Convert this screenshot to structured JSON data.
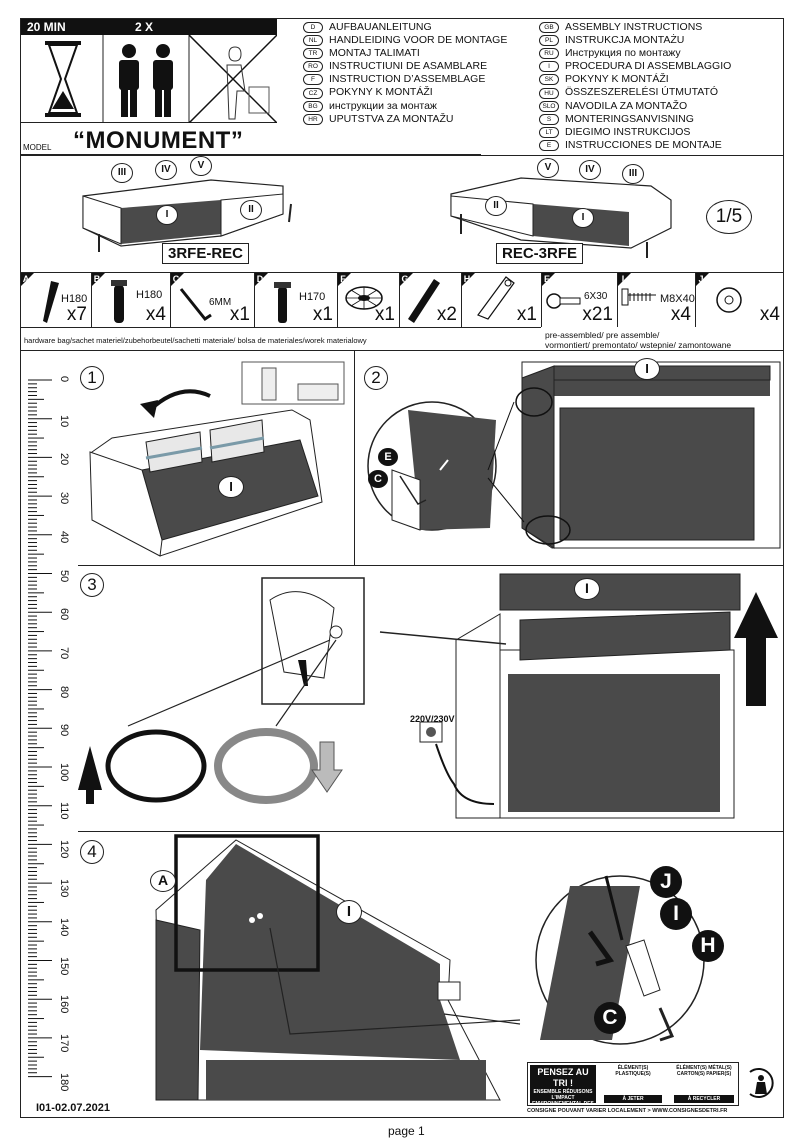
{
  "header": {
    "time": "20 MIN",
    "persons": "2 X",
    "model_label": "MODEL",
    "model_name": "“MONUMENT”"
  },
  "languages_left": [
    {
      "code": "D",
      "text": "AUFBAUANLEITUNG"
    },
    {
      "code": "NL",
      "text": "HANDLEIDING VOOR DE MONTAGE"
    },
    {
      "code": "TR",
      "text": "MONTAJ TALIMATI"
    },
    {
      "code": "RO",
      "text": "INSTRUCTIUNI DE ASAMBLARE"
    },
    {
      "code": "F",
      "text": "INSTRUCTION D’ASSEMBLAGE"
    },
    {
      "code": "CZ",
      "text": "POKYNY K MONTÁŽI"
    },
    {
      "code": "BG",
      "text": "инструкции за монтаж"
    },
    {
      "code": "HR",
      "text": "UPUTSTVA ZA MONTAŽU"
    }
  ],
  "languages_right": [
    {
      "code": "GB",
      "text": "ASSEMBLY INSTRUCTIONS"
    },
    {
      "code": "PL",
      "text": "INSTRUKCJA MONTAŻU"
    },
    {
      "code": "RU",
      "text": "Инструкция по монтажу"
    },
    {
      "code": "I",
      "text": "PROCEDURA DI ASSEMBLAGGIO"
    },
    {
      "code": "SK",
      "text": "POKYNY K MONTÁŽI"
    },
    {
      "code": "HU",
      "text": "ÖSSZESZERELÉSI ÚTMUTATÓ"
    },
    {
      "code": "SLO",
      "text": "NAVODILA ZA MONTAŽO"
    },
    {
      "code": "S",
      "text": "MONTERINGSANVISNING"
    },
    {
      "code": "LT",
      "text": "DIEGIMO INSTRUKCIJOS"
    },
    {
      "code": "E",
      "text": "INSTRUCCIONES DE MONTAJE"
    }
  ],
  "configs": {
    "left": "3RFE-REC",
    "right": "REC-3RFE",
    "page_ratio": "1/5",
    "module_labels": [
      "I",
      "II",
      "III",
      "IV",
      "V"
    ]
  },
  "parts": [
    {
      "letter": "A",
      "spec": "H180",
      "qty": "x7"
    },
    {
      "letter": "B",
      "spec": "H180",
      "qty": "x4"
    },
    {
      "letter": "C",
      "spec": "6MM",
      "qty": "x1"
    },
    {
      "letter": "D",
      "spec": "H170",
      "qty": "x1"
    },
    {
      "letter": "F",
      "spec": "",
      "qty": "x1"
    },
    {
      "letter": "G",
      "spec": "",
      "qty": "x2"
    },
    {
      "letter": "H",
      "spec": "",
      "qty": "x1"
    },
    {
      "letter": "E",
      "spec": "6X30",
      "qty": "x21"
    },
    {
      "letter": "I",
      "spec": "M8X40",
      "qty": "x4"
    },
    {
      "letter": "J",
      "spec": "",
      "qty": "x4"
    }
  ],
  "hardware_bag_note": "hardware bag/sachet materiel/zubehorbeutel/sachetti materiale/ bolsa de materiales/worek materialowy",
  "preassembled_note_1": "pre-assembled/ pre assemble/",
  "preassembled_note_2": "vormontiert/ premontato/ wstepnie/ zamontowane",
  "ruler_ticks": [
    "0",
    "10",
    "20",
    "30",
    "40",
    "50",
    "60",
    "70",
    "80",
    "90",
    "100",
    "110",
    "120",
    "130",
    "140",
    "150",
    "160",
    "170",
    "180"
  ],
  "steps": {
    "s1": "1",
    "s2": "2",
    "s3": "3",
    "s4": "4",
    "module_I": "I",
    "part_E": "E",
    "part_C": "C",
    "part_A": "A",
    "part_J": "J",
    "part_I": "I",
    "part_H": "H",
    "voltage": "220V/230V"
  },
  "recycling": {
    "title": "PENSEZ AU TRI !",
    "subtitle": "ENSEMBLE RÉDUISONS L'IMPACT ENVIRONNEMENTAL DES EMBALLAGES",
    "col1_top": "ÉLÉMENT(S) PLASTIQUE(S)",
    "col1_bottom": "À JETER",
    "col2_top": "ÉLÉMENT(S) MÉTAL(S) CARTON(S) PAPIER(S)",
    "col2_bottom": "À RECYCLER",
    "consigne": "CONSIGNE POUVANT VARIER LOCALEMENT > WWW.CONSIGNESDETRI.FR"
  },
  "footer": {
    "code": "I01-02.07.2021",
    "page": "page 1"
  },
  "colors": {
    "upholstery": "#4a4a4a",
    "frame": "#ffffff",
    "ink": "#111111"
  }
}
